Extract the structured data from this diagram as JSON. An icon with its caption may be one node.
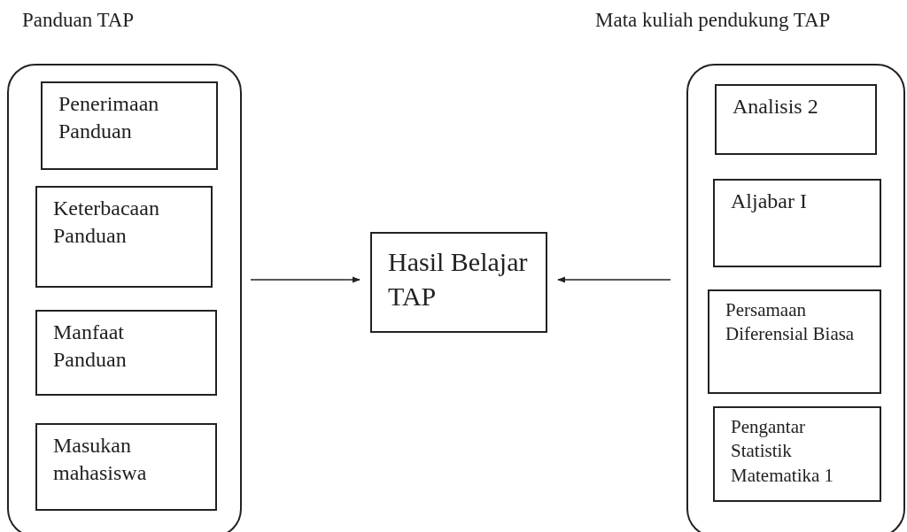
{
  "diagram": {
    "nodes": [
      {
        "text": [
          "Panduan TAP"
        ]
      },
      {
        "text": [
          "Penerimaan Panduan"
        ],
        "in": 0
      },
      {
        "text": [
          "Keterbacaan Panduan"
        ],
        "in": 0
      },
      {
        "text": [
          "Manfaat Panduan"
        ],
        "in": 0
      },
      {
        "text": [
          "Masukan mahasiswa"
        ],
        "in": 0
      },
      {
        "text": [
          "Hasil Belajar TAP"
        ]
      },
      {
        "text": [
          "Mata kuliah pendukung TAP"
        ]
      },
      {
        "text": [
          "Analisis 2"
        ],
        "in": 6
      },
      {
        "text": [
          "Aljabar I"
        ],
        "in": 6
      },
      {
        "text": [
          "Persamaan Diferensial Biasa"
        ],
        "in": 6
      },
      {
        "text": [
          "Pengantar Statistik Matematika 1"
        ],
        "in": 6
      }
    ],
    "edges": [
      {
        "from": 0,
        "to": 5,
        "arrow": "to"
      },
      {
        "from": 6,
        "to": 5,
        "arrow": "to"
      }
    ]
  }
}
